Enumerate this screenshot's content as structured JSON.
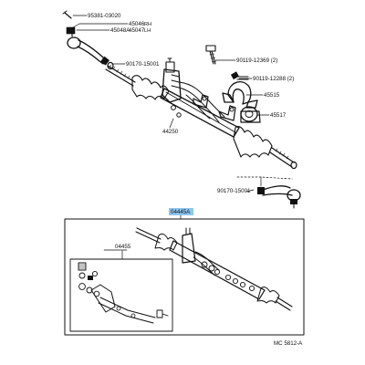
{
  "colors": {
    "ink": "#111111",
    "highlight": "#8ec6f0",
    "paper": "#ffffff"
  },
  "labels": {
    "bolt_tie_rod": "95381-03020",
    "tie_rod_end_rh": "45046",
    "tie_rod_end_rh_suffix": "RH",
    "tie_rod_end_lh": "45047",
    "tie_rod_end_lh_suffix": "LH",
    "locknut": "45048A",
    "boot_clamp_left": "90170-15001",
    "bolt_upper": "90119-12369 (2)",
    "bolt_lower": "90119-12288 (2)",
    "bracket": "45515",
    "bushing": "45517",
    "rack_housing": "44250",
    "boot_clamp_right": "90170-15001",
    "assembly": "04445A",
    "gasket_kit": "04455",
    "diagram_code": "MC 5812-A"
  },
  "icons": {
    "tie_rod_left": "tie-rod-end-icon",
    "tie_rod_right": "tie-rod-end-icon",
    "rack": "steering-rack-icon",
    "bracket": "bracket-icon",
    "bushing": "bushing-icon",
    "seal_kit": "seal-kit-icon"
  }
}
